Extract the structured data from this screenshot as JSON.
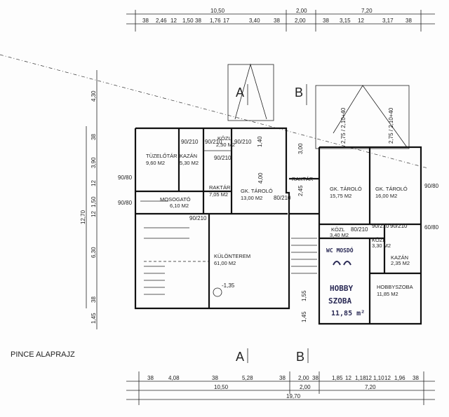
{
  "title": "PINCE ALAPRAJZ",
  "sections": {
    "a": "A",
    "b": "B"
  },
  "top_dims": {
    "overall": [
      "10,50",
      "2,00",
      "7,20"
    ],
    "segments": [
      "38",
      "2,46",
      "12",
      "1,50",
      "38",
      "1,76",
      "17",
      "3,40",
      "38",
      "2,00",
      "38",
      "3,15",
      "12",
      "3,17",
      "38"
    ]
  },
  "bottom_dims": {
    "segments": [
      "38",
      "4,08",
      "38",
      "5,28",
      "38",
      "2,00",
      "38",
      "1,85",
      "12",
      "1,18",
      "12",
      "1,10",
      "12",
      "1,96",
      "38"
    ],
    "overall": [
      "10,50",
      "2,00",
      "7,20"
    ],
    "total": "19,70"
  },
  "left_dims": {
    "overall": "12,70",
    "segments": [
      "4,30",
      "38",
      "3,90",
      "12",
      "1,50",
      "12",
      "6,30",
      "38",
      "1,45"
    ]
  },
  "rooms": [
    {
      "name": "TÜZELŐTÁR",
      "area": "9,60 M2"
    },
    {
      "name": "KAZÁN",
      "area": "5,30 M2"
    },
    {
      "name": "KÖZL",
      "area": "2,50 M2"
    },
    {
      "name": "RAKTÁR",
      "area": "7,05 M2"
    },
    {
      "name": "GK. TÁROLÓ",
      "area": "13,00 M2"
    },
    {
      "name": "RAKTÁR",
      "area": ""
    },
    {
      "name": "MOSOGATÓ",
      "area": "6,10 M2"
    },
    {
      "name": "KÜLÖNTEREM",
      "area": "61,00 M2"
    },
    {
      "name": "GK. TÁROLÓ",
      "area": "15,75 M2"
    },
    {
      "name": "GK. TÁROLÓ",
      "area": "16,00 M2"
    },
    {
      "name": "KÖZL",
      "area": "3,40 M2"
    },
    {
      "name": "KÖZL",
      "area": "3,30 M2"
    },
    {
      "name": "KAZÁN",
      "area": "2,35 M2"
    },
    {
      "name": "HOBBYSZOBA",
      "area": "11,85 M2"
    }
  ],
  "handwritten": {
    "wc": "WC MOSDÓ",
    "line1": "HOBBY",
    "line2": "SZOBA",
    "line3": "11,85 m²"
  },
  "door_labels": [
    "90/210",
    "90/210",
    "90/210",
    "90/210",
    "80/210",
    "90/210",
    "80/210",
    "90/210",
    "90/210",
    "90/80",
    "90/80",
    "90/80",
    "60/80"
  ],
  "garage_doors": [
    "2,75 / 2,10+40",
    "2,75 / 2,10+40"
  ],
  "level_mark": "-1,35",
  "stair_dims": [
    "3,00",
    "2,45",
    "1,55",
    "1,45",
    "1,40",
    "4,00"
  ]
}
